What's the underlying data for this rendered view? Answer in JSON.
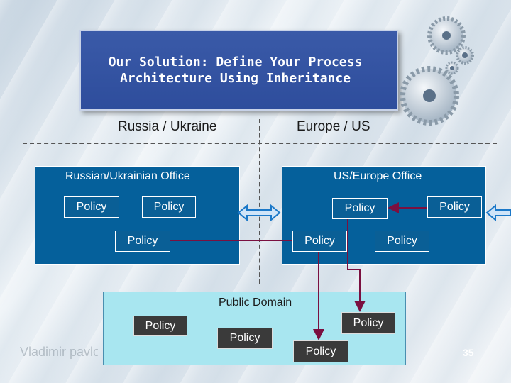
{
  "title": "Our Solution: Define Your Process\nArchitecture Using Inheritance",
  "regions": {
    "left": "Russia / Ukraine",
    "right": "Europe / US"
  },
  "offices": {
    "russia": {
      "label": "Russian/Ukrainian Office"
    },
    "us": {
      "label": "US/Europe Office"
    }
  },
  "public_domain": {
    "label": "Public Domain"
  },
  "policies": {
    "ru_1": "Policy",
    "ru_2": "Policy",
    "ru_3": "Policy",
    "us_1": "Policy",
    "us_2": "Policy",
    "us_3": "Policy",
    "us_4": "Policy",
    "pub_1": "Policy",
    "pub_2": "Policy",
    "pub_3": "Policy",
    "pub_4": "Policy"
  },
  "logo_text": "Vladimir pavlov",
  "page_number": "35",
  "colors": {
    "office": "#05609b",
    "connector": "#7a1040",
    "public": "#a8e6f0",
    "title": "#2e4d9c"
  }
}
